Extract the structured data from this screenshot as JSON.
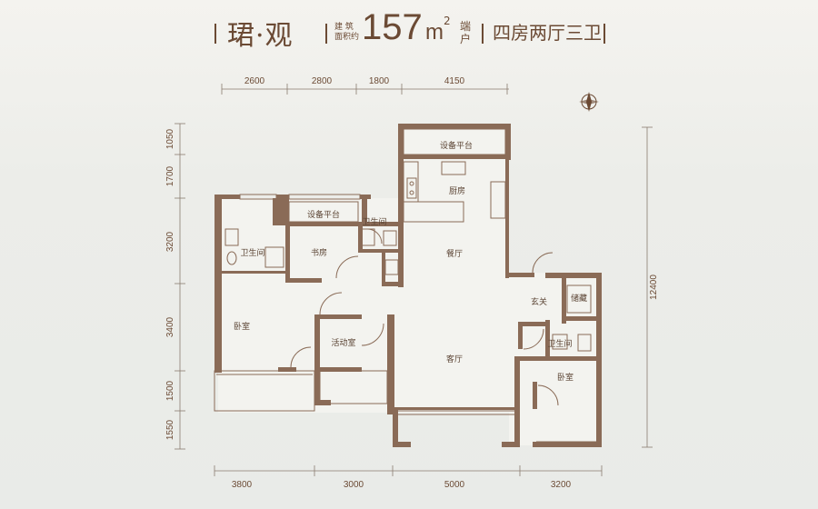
{
  "header": {
    "name": "珺·观",
    "area_label_line1": "建 筑",
    "area_label_line2": "面积约",
    "area_value": "157",
    "area_unit": "m",
    "area_sup": "2",
    "type_line1": "端",
    "type_line2": "户",
    "layout": "四房两厅三卫"
  },
  "dimensions": {
    "top": [
      "2600",
      "2800",
      "1800",
      "4150"
    ],
    "bottom": [
      "3800",
      "3000",
      "5000",
      "3200"
    ],
    "left": [
      "1050",
      "1700",
      "3200",
      "3400",
      "1500",
      "1550"
    ],
    "right": "12400"
  },
  "rooms": {
    "equipment_top": "设备平台",
    "kitchen": "厨房",
    "equipment_mid": "设备平台",
    "bath_mid": "卫生间",
    "bath_left": "卫生间",
    "study": "书房",
    "dining": "餐厅",
    "entrance": "玄关",
    "storage": "储藏",
    "bedroom_left": "卧室",
    "activity": "活动室",
    "living": "客厅",
    "bath_right": "卫生间",
    "bedroom_right": "卧室"
  },
  "colors": {
    "wall": "#8a6b57",
    "text": "#6b4a34",
    "background": "#edeeea"
  },
  "icons": [
    "compass-icon"
  ]
}
